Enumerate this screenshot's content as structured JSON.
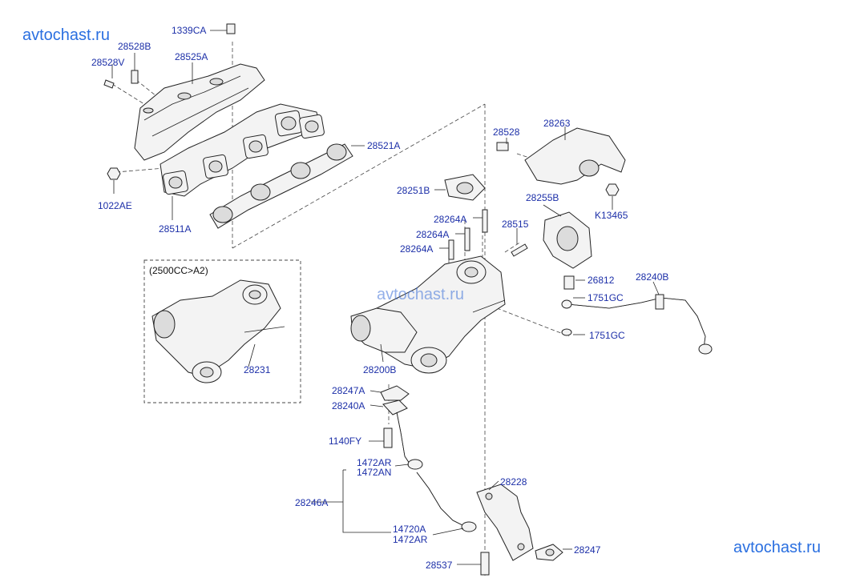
{
  "watermarks": {
    "top_left": "avtochast.ru",
    "center": "avtochast.ru",
    "bottom_right": "avtochast.ru"
  },
  "inset_note": "(2500CC>A2)",
  "parts": {
    "p1339CA": "1339CA",
    "p28528B": "28528B",
    "p28528V": "28528V",
    "p28525A": "28525A",
    "p28521A": "28521A",
    "p1022AE": "1022AE",
    "p28511A": "28511A",
    "p28251B": "28251B",
    "p28528": "28528",
    "p28263": "28263",
    "p28255B": "28255B",
    "pK13465": "K13465",
    "p28264A_1": "28264A",
    "p28264A_2": "28264A",
    "p28264A_3": "28264A",
    "p28515": "28515",
    "p26812": "26812",
    "p28240B": "28240B",
    "p1751GC_1": "1751GC",
    "p1751GC_2": "1751GC",
    "p28231": "28231",
    "p28200B": "28200B",
    "p28247A": "28247A",
    "p28240A": "28240A",
    "p1140FY": "1140FY",
    "p1472AR_1": "1472AR",
    "p1472AN": "1472AN",
    "p28246A": "28246A",
    "p14720A": "14720A",
    "p1472AR_2": "1472AR",
    "p28228": "28228",
    "p28247": "28247",
    "p28537": "28537"
  }
}
